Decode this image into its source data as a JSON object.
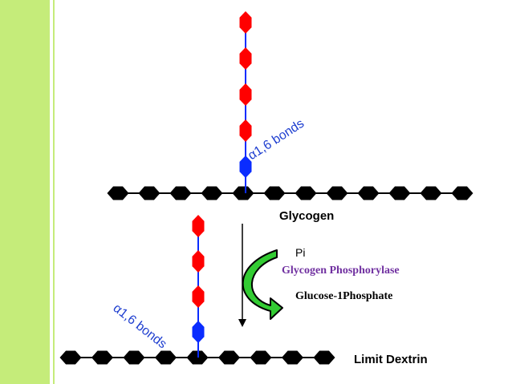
{
  "labels": {
    "glycogen": "Glycogen",
    "pi": "Pi",
    "enzyme": "Glycogen Phosphorylase",
    "product": "Glucose-1Phosphate",
    "limit_dextrin": "Limit Dextrin",
    "bond_top": "α1,6 bonds",
    "bond_bottom": "α1,6 bonds"
  },
  "colors": {
    "sidebar": "#c5ec7a",
    "main_chain": "#000000",
    "branch_residue": "#ff0000",
    "branch_point": "#0a2cff",
    "enzyme_text": "#7030a0",
    "bond_text": "#1f3fd0",
    "curved_arrow_fill": "#33cc33",
    "curved_arrow_outline": "#000000"
  },
  "structures": {
    "glycogen": {
      "main_chain_residues": 12,
      "branch_red_residues": 4,
      "branch_blue_residues": 1
    },
    "limit_dextrin": {
      "main_chain_residues": 9,
      "branch_red_residues": 3,
      "branch_blue_residues": 1
    }
  }
}
